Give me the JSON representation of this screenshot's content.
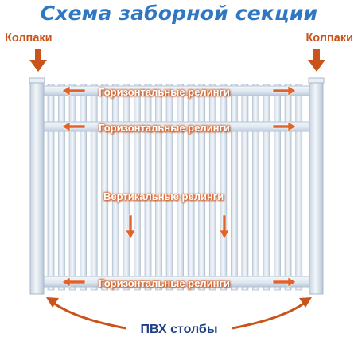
{
  "title": "Схема заборной секции",
  "caps_left": "Колпаки",
  "caps_right": "Колпаки",
  "rail_top": "Горизонтальные релинги",
  "rail_middle": "Горизонтальные релинги",
  "rail_bottom": "Горизонтальные релинги",
  "vertical_rails": "Вертикальные релинги",
  "posts": "ПВХ столбы",
  "colors": {
    "title": "#2f77c2",
    "accent": "#c9531a",
    "fence": "#e4ecf4",
    "fence_edge": "#b4c2d2",
    "posts_label": "#1f3f86"
  },
  "icons": [
    "arrow-down-icon",
    "arrow-left-icon",
    "arrow-right-icon"
  ]
}
